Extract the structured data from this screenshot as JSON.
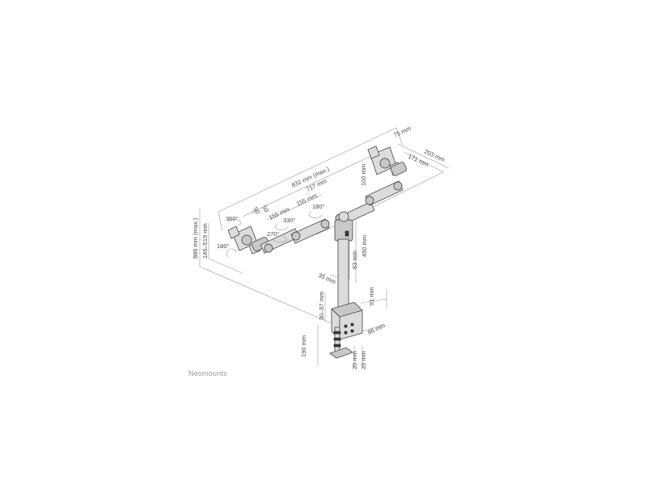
{
  "brand": "Neomounts",
  "dims": {
    "overall_max": "832 mm (max.)",
    "overall": "717 mm",
    "vesa_small": "75 mm",
    "vesa_large": "100 mm",
    "depth_203": "203 mm",
    "depth_171": "171 mm",
    "arm_155_a": "155 mm",
    "arm_155_b": "155 mm",
    "offset_50_a": "50",
    "offset_50_b": "50",
    "rot_360": "360°",
    "rot_180_left": "180°",
    "rot_330": "330°",
    "rot_270": "270°",
    "rot_180_top": "180°",
    "height_max": "886 mm (max.)",
    "height_range": "145–519 mm",
    "pole_450": "450 mm",
    "pole_63": "63 mm",
    "pole_35": "35 mm",
    "clamp_30_97": "30–97 mm",
    "clamp_91": "91 mm",
    "clamp_88": "88 mm",
    "clamp_190": "190 mm",
    "clamp_20_a": "20 mm",
    "clamp_20_b": "20 mm"
  }
}
